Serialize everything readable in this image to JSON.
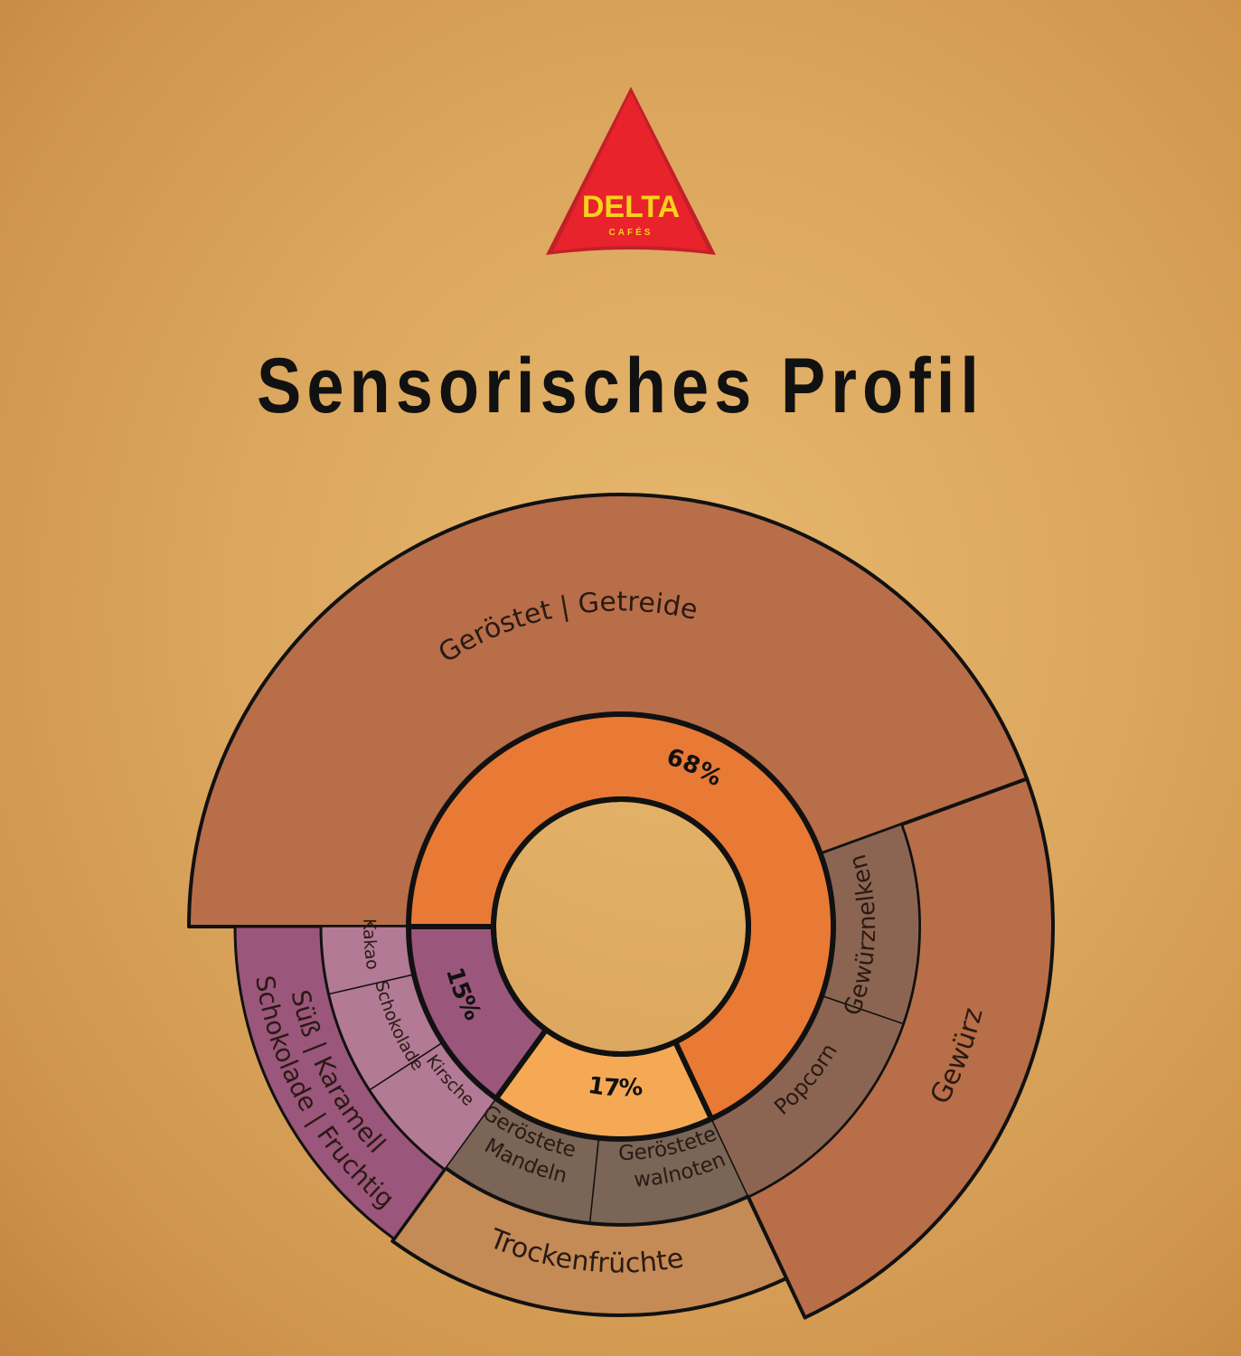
{
  "logo": {
    "brand": "DELTA",
    "sub": "CAFÉS",
    "colors": {
      "triangle": "#e8232b",
      "text": "#f7d21c"
    }
  },
  "title": "Sensorisches Profil",
  "chart_data": {
    "type": "sunburst",
    "title": "Sensorisches Profil",
    "categories": [
      {
        "label": "68%",
        "value": 68,
        "color": "#e87a35",
        "children": [
          {
            "label": "Geröstet | Getreide",
            "color": "#b86e48"
          },
          {
            "label": "Gewürznelken",
            "color": "#8c6552",
            "children": [
              {
                "label": "Gewürz",
                "color": "#b86e48"
              }
            ]
          },
          {
            "label": "Popcorn",
            "color": "#8c6552",
            "children": [
              {
                "label": "Gewürz",
                "color": "#b86e48"
              }
            ]
          }
        ]
      },
      {
        "label": "17%",
        "value": 17,
        "color": "#f5a955",
        "children": [
          {
            "label": "Geröstete walnoten",
            "color": "#7a6556"
          },
          {
            "label": "Geröstete Mandeln",
            "color": "#7a6556"
          },
          {
            "label": "Trockenfrüchte",
            "color": "#c48b56"
          }
        ]
      },
      {
        "label": "15%",
        "value": 15,
        "color": "#9b567b",
        "children": [
          {
            "label": "Kirsche",
            "color": "#b27a94"
          },
          {
            "label": "Schokolade",
            "color": "#b27a94"
          },
          {
            "label": "Kakao",
            "color": "#b27a94"
          },
          {
            "label": "Süß | Karamell | Schokolade | Fruchtig",
            "color": "#9b567b"
          }
        ]
      }
    ],
    "labels": {
      "roasted": "Geröstet | Getreide",
      "spice": "Gewürz",
      "cloves": "Gewürznelken",
      "popcorn": "Popcorn",
      "almonds_1": "Geröstete",
      "almonds_2": "Mandeln",
      "walnuts_1": "Geröstete",
      "walnuts_2": "walnoten",
      "dried_fruit": "Trockenfrüchte",
      "cocoa": "Kakao",
      "chocolate": "Schokolade",
      "cherry": "Kirsche",
      "sweet_1": "Süß | Karamell",
      "sweet_2": "Schokolade | Fruchtig",
      "pct_roasted": "68%",
      "pct_nuts": "17%",
      "pct_sweet": "15%"
    }
  }
}
